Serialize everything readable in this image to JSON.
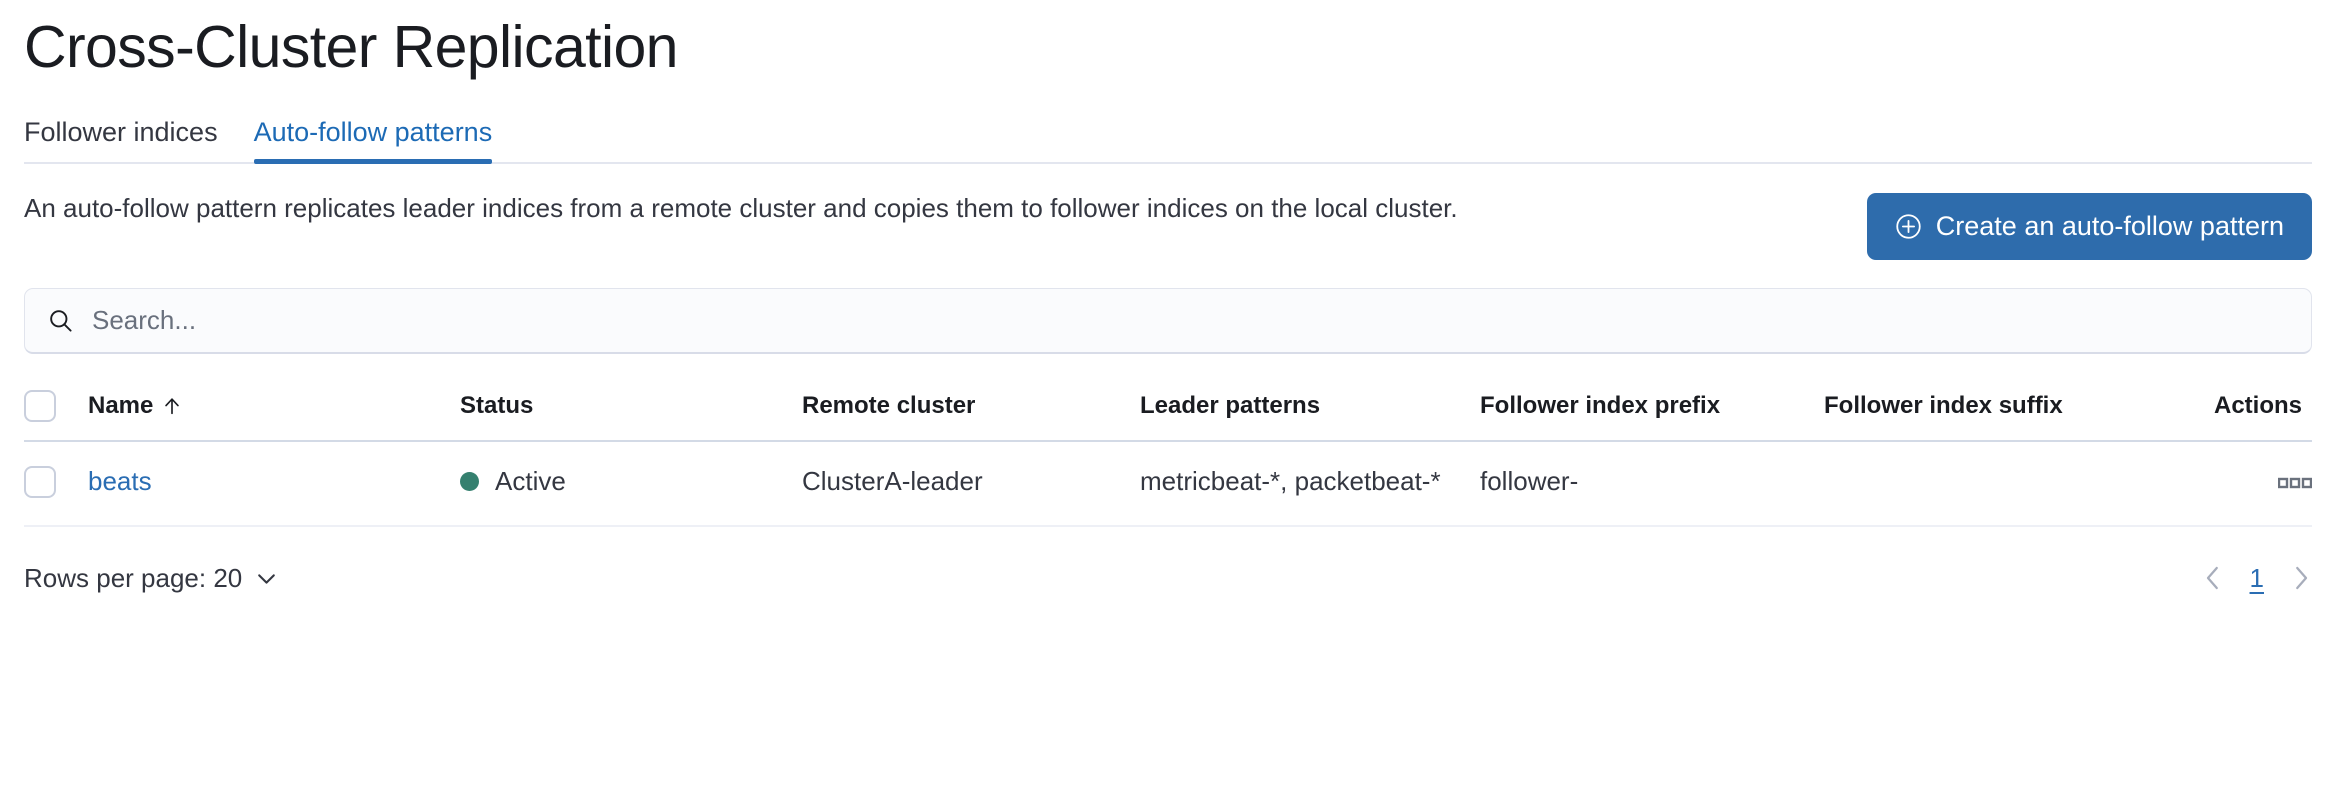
{
  "page": {
    "title": "Cross-Cluster Replication"
  },
  "tabs": [
    {
      "label": "Follower indices",
      "active": false
    },
    {
      "label": "Auto-follow patterns",
      "active": true
    }
  ],
  "intro": {
    "description": "An auto-follow pattern replicates leader indices from a remote cluster and copies them to follower indices on the local cluster.",
    "create_button_label": "Create an auto-follow pattern",
    "create_button_icon": "plus-in-circle-icon",
    "create_button_color": "#2e6cac"
  },
  "search": {
    "placeholder": "Search...",
    "value": "",
    "icon": "search-icon"
  },
  "table": {
    "columns": [
      {
        "key": "select",
        "label": ""
      },
      {
        "key": "name",
        "label": "Name",
        "sort": "asc",
        "sort_icon": "arrow-up-icon"
      },
      {
        "key": "status",
        "label": "Status"
      },
      {
        "key": "remote",
        "label": "Remote cluster"
      },
      {
        "key": "leader",
        "label": "Leader patterns"
      },
      {
        "key": "prefix",
        "label": "Follower index prefix"
      },
      {
        "key": "suffix",
        "label": "Follower index suffix"
      },
      {
        "key": "actions",
        "label": "Actions"
      }
    ],
    "rows": [
      {
        "name": "beats",
        "status": "Active",
        "status_color": "#35806f",
        "remote_cluster": "ClusterA-leader",
        "leader_patterns": "metricbeat-*, packetbeat-*",
        "follower_index_prefix": "follower-",
        "follower_index_suffix": "",
        "actions_icon": "boxes-horizontal-icon"
      }
    ]
  },
  "footer": {
    "rows_per_page_label": "Rows per page: 20",
    "rows_per_page_icon": "chevron-down-icon",
    "prev_icon": "chevron-left-icon",
    "next_icon": "chevron-right-icon",
    "current_page": "1"
  }
}
